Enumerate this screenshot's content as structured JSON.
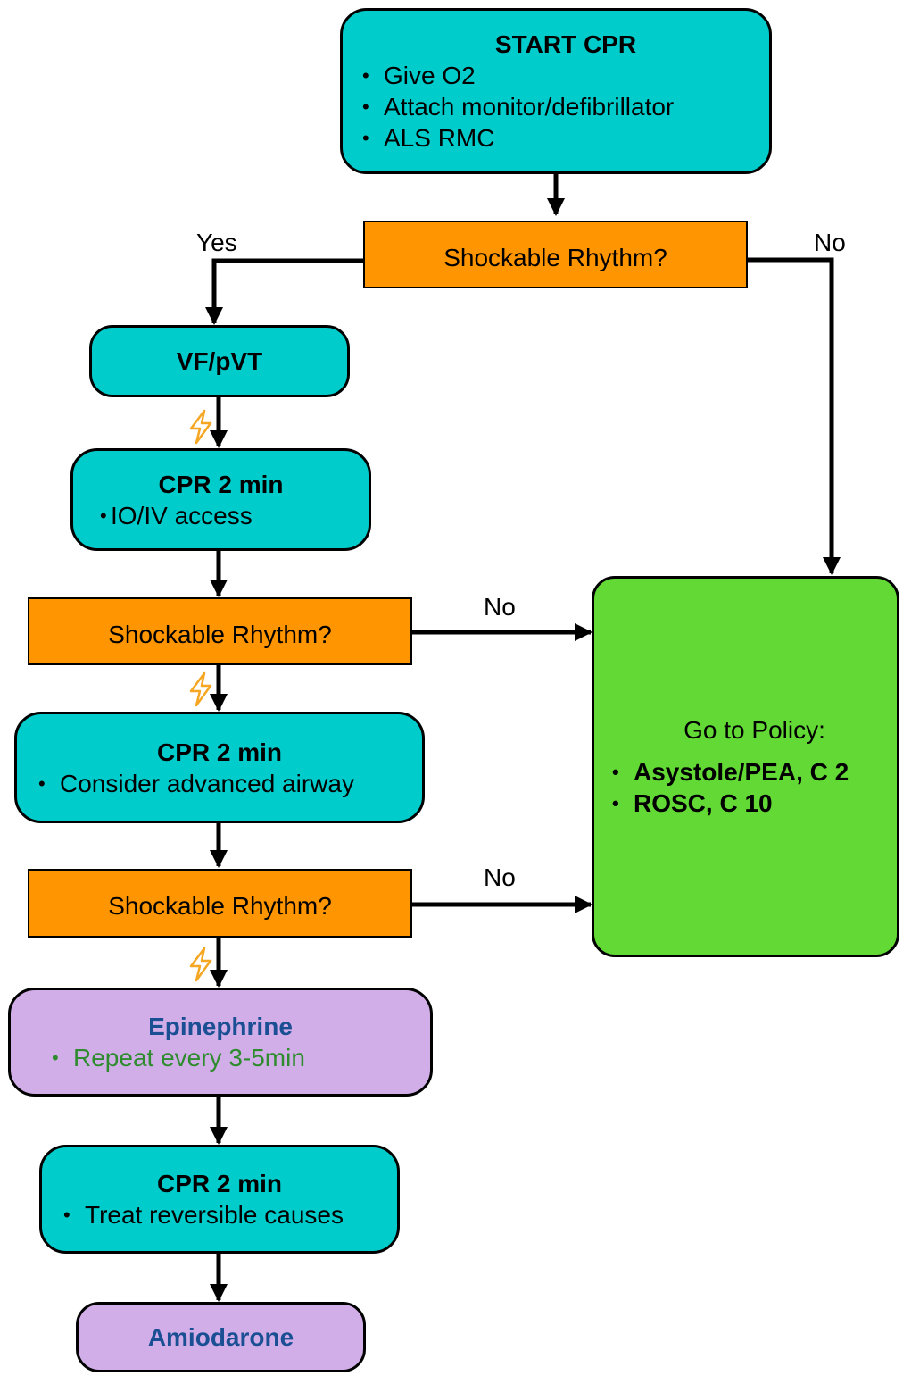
{
  "nodes": {
    "start_cpr": {
      "title": "START CPR",
      "items": [
        "Give O2",
        "Attach monitor/defibrillator",
        "ALS RMC"
      ]
    },
    "shockable_1": {
      "label": "Shockable Rhythm?"
    },
    "vf_pvt": {
      "title": "VF/pVT"
    },
    "cpr_1": {
      "title": "CPR 2 min",
      "items": [
        "IO/IV access"
      ]
    },
    "shockable_2": {
      "label": "Shockable Rhythm?"
    },
    "cpr_2": {
      "title": "CPR 2 min",
      "items": [
        "Consider advanced airway"
      ]
    },
    "shockable_3": {
      "label": "Shockable Rhythm?"
    },
    "epinephrine": {
      "title": "Epinephrine",
      "items": [
        "Repeat every 3-5min"
      ]
    },
    "cpr_3": {
      "title": "CPR 2 min",
      "items": [
        "Treat reversible causes"
      ]
    },
    "amiodarone": {
      "title": "Amiodarone"
    },
    "policy": {
      "title": "Go to Policy:",
      "items": [
        "Asystole/PEA, C 2",
        "ROSC, C 10"
      ]
    }
  },
  "edge_labels": {
    "yes": "Yes",
    "no_top": "No",
    "no_2": "No",
    "no_3": "No"
  },
  "colors": {
    "cyan": "#00cccc",
    "orange": "#ff9500",
    "purple": "#d2aee8",
    "green": "#62d934",
    "drug_title": "#1a4f94",
    "drug_note": "#2e8b2e",
    "shock_icon": "#f5a623"
  },
  "icons": [
    "lightning-bolt-icon"
  ]
}
